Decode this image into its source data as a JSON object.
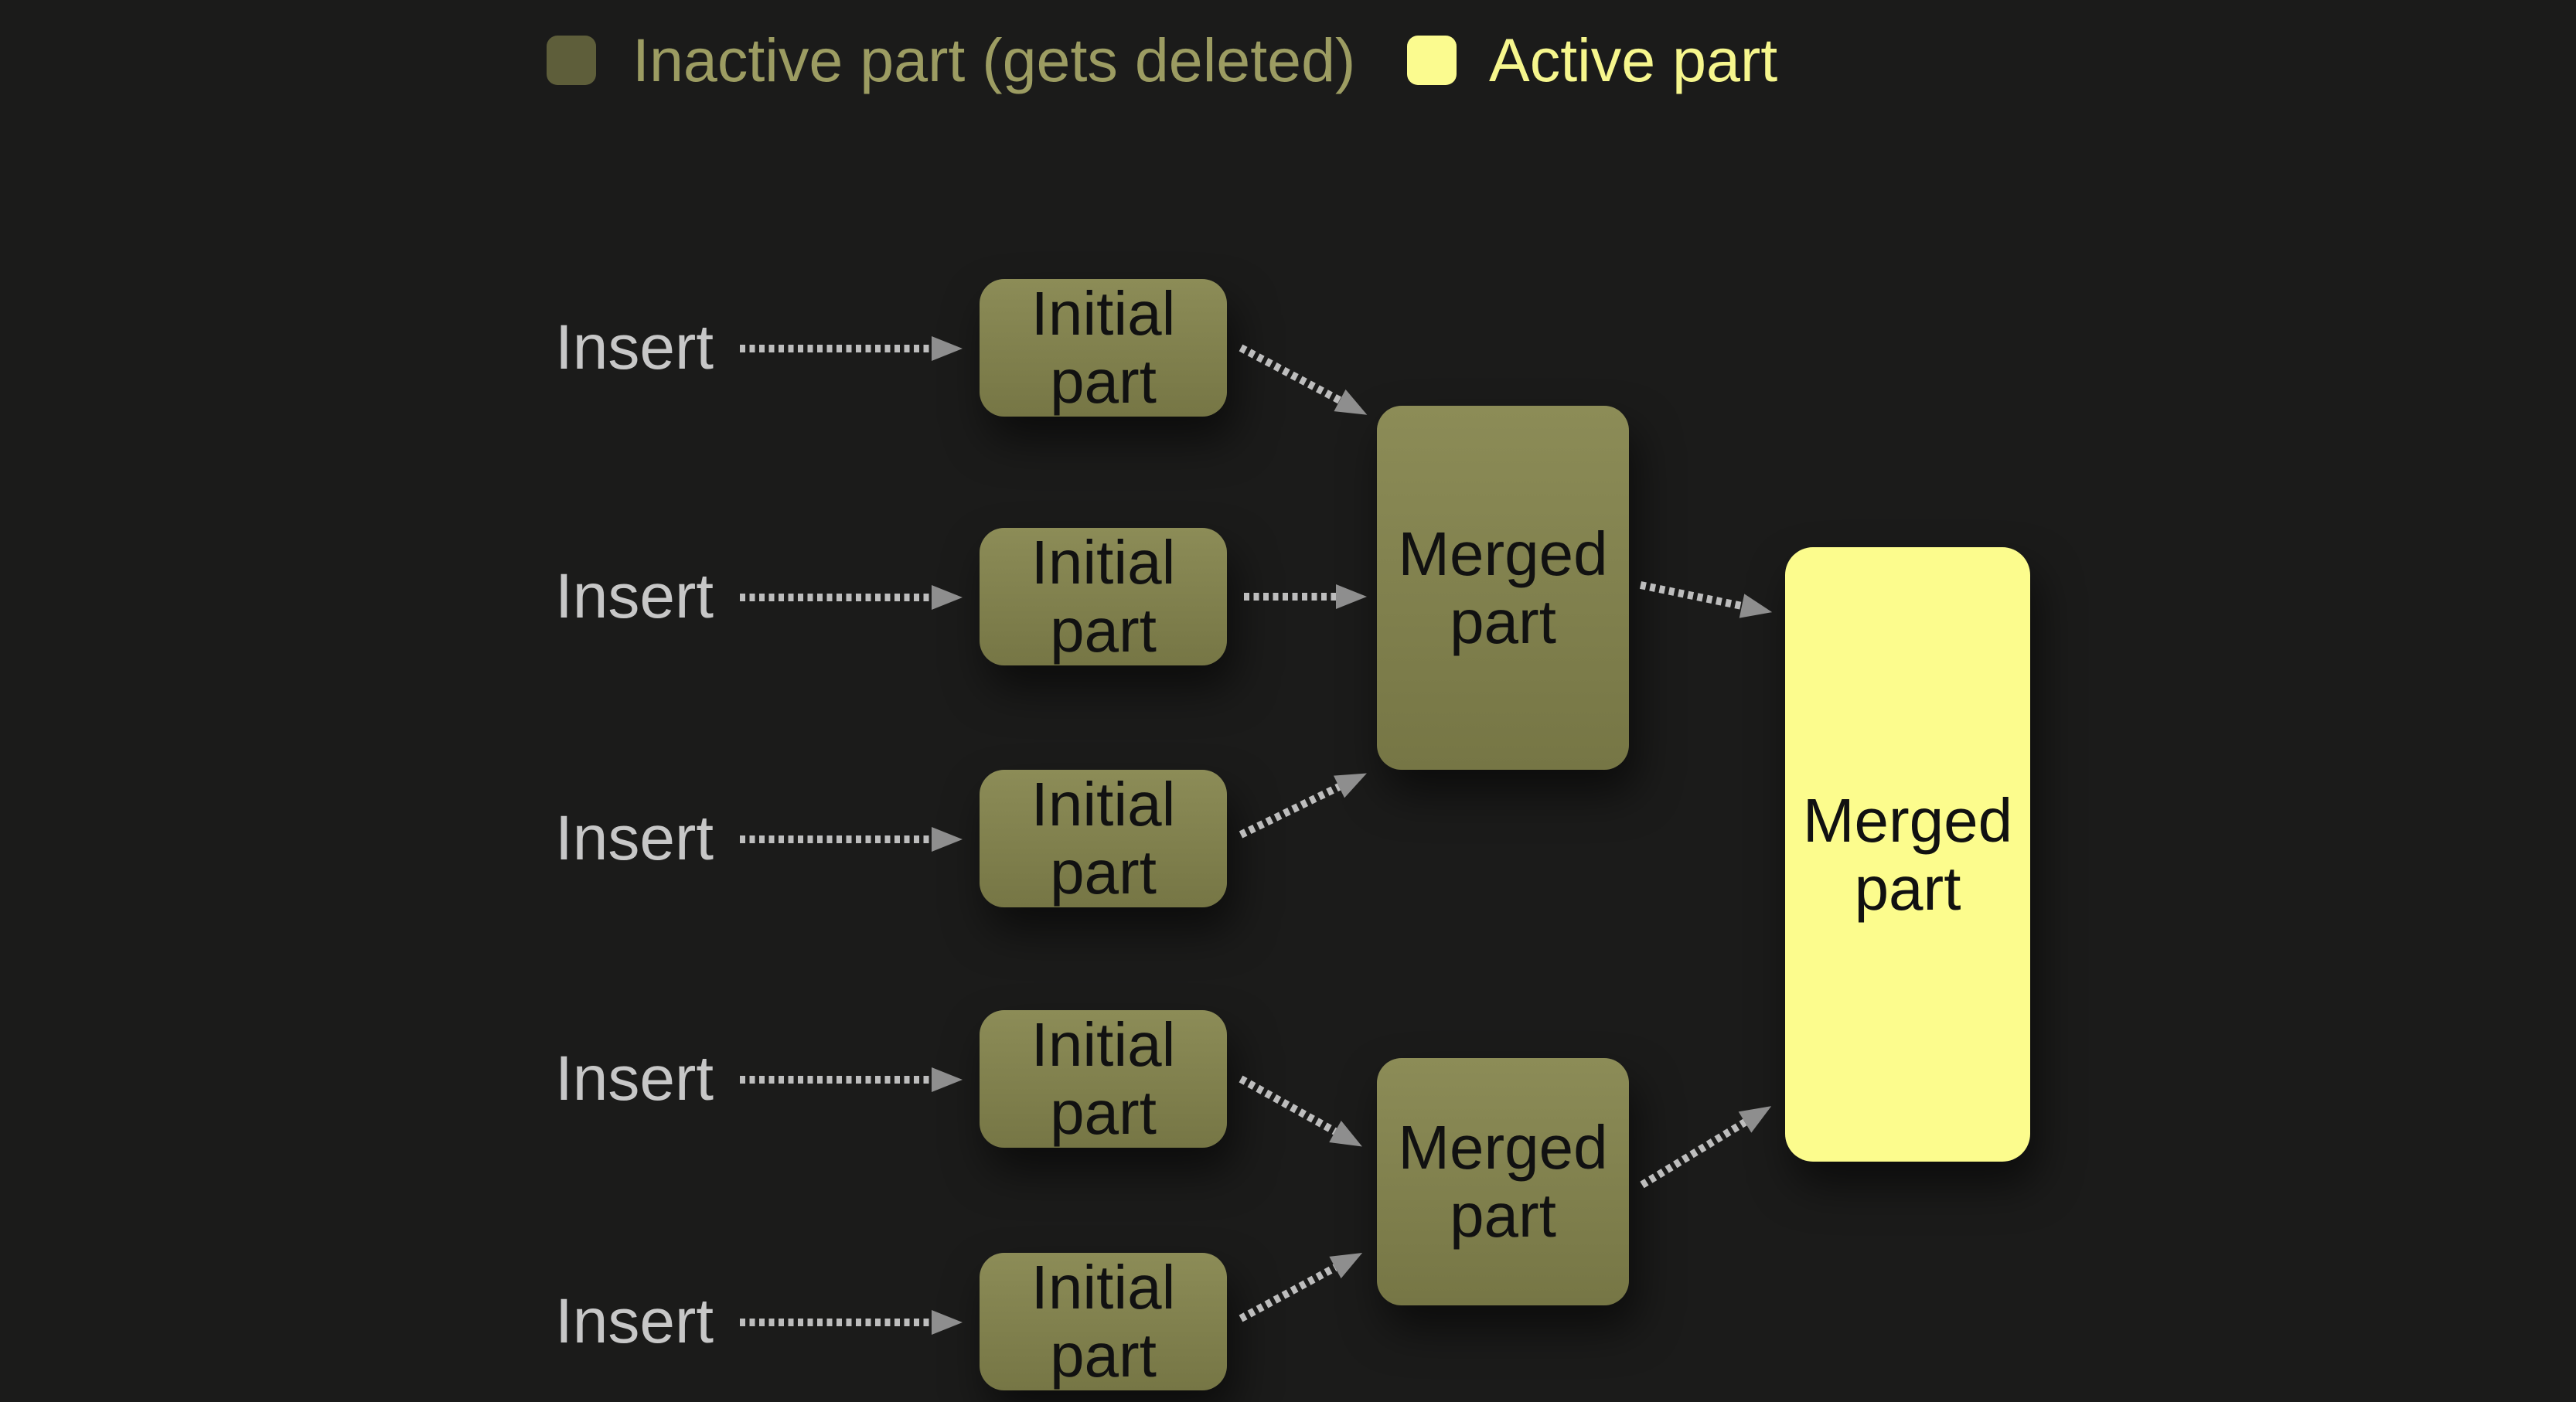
{
  "legend": {
    "items": [
      {
        "id": "inactive",
        "label": "Inactive part (gets deleted)"
      },
      {
        "id": "active",
        "label": "Active part"
      }
    ]
  },
  "flow": {
    "insert_labels": [
      "Insert",
      "Insert",
      "Insert",
      "Insert",
      "Insert"
    ],
    "initial_parts": [
      "Initial\npart",
      "Initial\npart",
      "Initial\npart",
      "Initial\npart",
      "Initial\npart"
    ],
    "intermediate_merged_parts": [
      "Merged\npart",
      "Merged\npart"
    ],
    "final_merged_part": "Merged\npart"
  },
  "colors": {
    "background": "#1b1b1a",
    "inactive_box_top": "#8c8c57",
    "inactive_box_bottom": "#767645",
    "active_box": "#fcfc8d",
    "box_text": "#111111",
    "insert_text": "#c7c7c7",
    "arrow_dash": "#bdbdbd",
    "arrow_head": "#8e8e8e",
    "legend_inactive_swatch": "#5e5e3a",
    "legend_active_swatch": "#fbfb8f",
    "legend_inactive_text": "#9c9c62",
    "legend_active_text": "#f6f68d"
  }
}
